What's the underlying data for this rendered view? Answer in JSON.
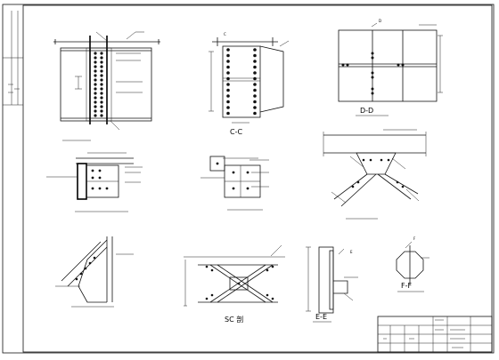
{
  "drawing": {
    "labels": {
      "section_c": "C-C",
      "section_d": "D-D",
      "section_e": "E-E",
      "section_f": "F-F",
      "section_g": "SC 剖"
    },
    "marker_letters": {
      "c": "C",
      "d": "D",
      "e": "E",
      "f": "F"
    }
  }
}
